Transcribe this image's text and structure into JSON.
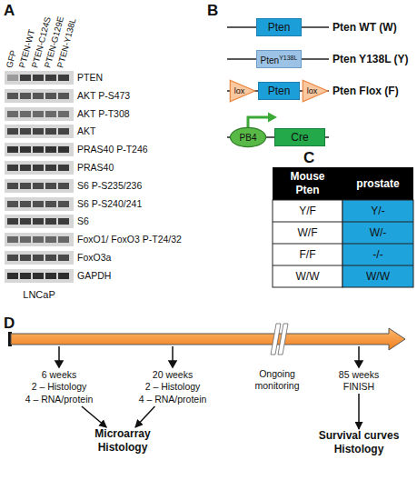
{
  "diagram": {
    "nodes": [
      {
        "text": [
          "Pten"
        ]
      },
      {
        "text": [
          "Pten",
          "Y138L"
        ]
      },
      {
        "text": [
          "lox"
        ]
      },
      {
        "text": [
          "Pten"
        ]
      },
      {
        "text": [
          "lox"
        ]
      },
      {
        "text": [
          "PB4"
        ]
      },
      {
        "text": [
          "Cre"
        ]
      },
      {
        "text": [
          "6 weeks",
          "2 – Histology",
          "4 – RNA/protein"
        ]
      },
      {
        "text": [
          "20 weeks",
          "2 – Histology",
          "4 – RNA/protein"
        ]
      },
      {
        "text": [
          "85 weeks",
          "FINISH"
        ]
      },
      {
        "text": [
          "Microarray",
          "Histology"
        ]
      },
      {
        "text": [
          "Survival curves",
          "Histology"
        ]
      }
    ],
    "edges": [
      {
        "from": 7,
        "to": 10,
        "arrow": "to"
      },
      {
        "from": 8,
        "to": 10,
        "arrow": "to"
      },
      {
        "from": 9,
        "to": 11,
        "arrow": "to"
      }
    ],
    "labels": [
      "A",
      "GFP",
      "PTEN-WT",
      "PTEN-C124S",
      "PTEN-G129E",
      "PTEN-Y138L",
      "PTEN",
      "AKT P-S473",
      "AKT P-T308",
      "AKT",
      "PRAS40 P-T246",
      "PRAS40",
      "S6 P-S235/236",
      "S6 P-S240/241",
      "S6",
      "FoxO1/ FoxO3 P-T24/32",
      "FoxO3a",
      "GAPDH",
      "LNCaP",
      "B",
      "Pten WT (W)",
      "Pten Y138L (Y)",
      "Pten Flox (F)",
      "C",
      "Mouse Pten",
      "prostate",
      "Y/F",
      "Y/-",
      "W/F",
      "W/-",
      "F/F",
      "-/-",
      "W/W",
      "W/W",
      "D",
      "Ongoing monitoring"
    ]
  }
}
